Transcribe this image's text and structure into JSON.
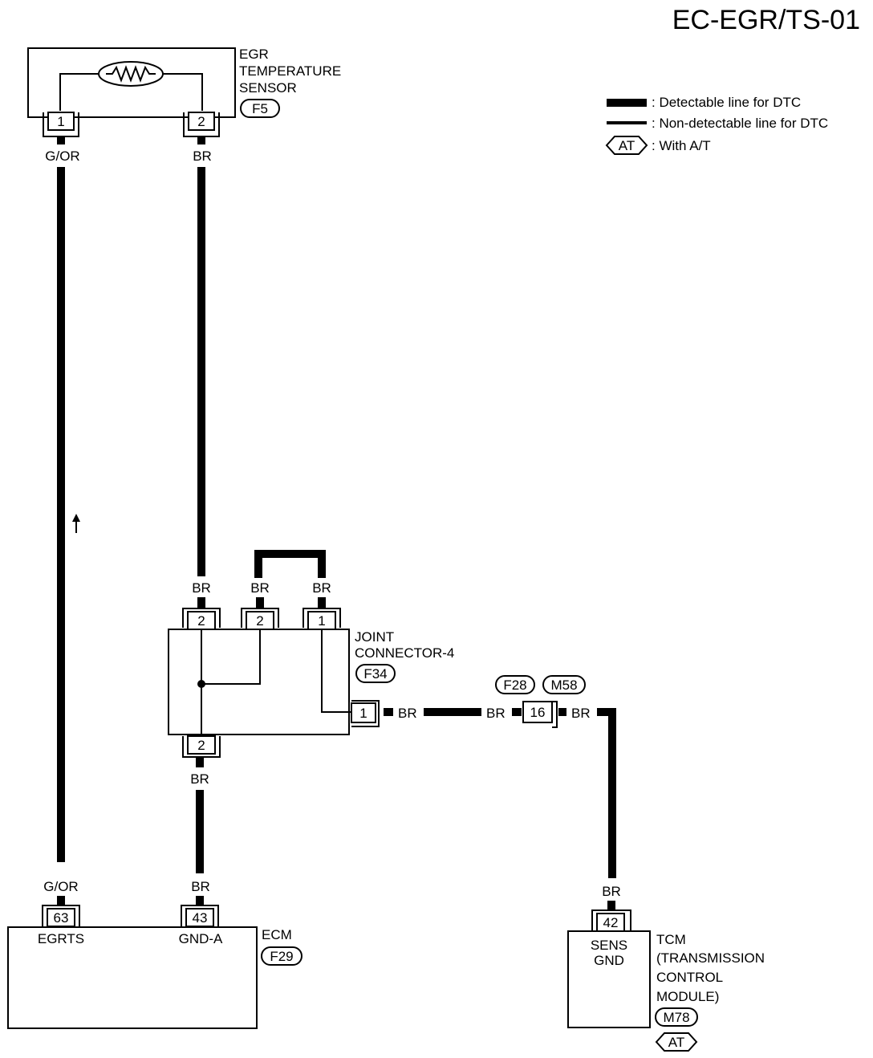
{
  "page_title": "EC-EGR/TS-01",
  "legend": {
    "detectable": ": Detectable line for DTC",
    "non_detectable": ": Non-detectable line for DTC",
    "with_at_symbol": "AT",
    "with_at": ": With A/T"
  },
  "egr_sensor": {
    "label_line1": "EGR",
    "label_line2": "TEMPERATURE",
    "label_line3": "SENSOR",
    "connector": "F5",
    "pin1": "1",
    "pin2": "2"
  },
  "joint_connector": {
    "label_line1": "JOINT",
    "label_line2": "CONNECTOR-4",
    "connector": "F34",
    "top_pin_a": "2",
    "top_pin_b": "2",
    "top_pin_c": "1",
    "right_pin": "1",
    "bottom_pin": "2"
  },
  "inline_connector": {
    "connector_a": "F28",
    "connector_b": "M58",
    "pin": "16"
  },
  "ecm": {
    "label": "ECM",
    "connector": "F29",
    "pin_egrts": "63",
    "pin_gnd": "43",
    "term_egrts": "EGRTS",
    "term_gnd": "GND-A"
  },
  "tcm": {
    "label_line1": "TCM",
    "label_line2": "(TRANSMISSION",
    "label_line3": "CONTROL",
    "label_line4": "MODULE)",
    "connector": "M78",
    "at_symbol": "AT",
    "pin": "42",
    "term_line1": "SENS",
    "term_line2": "GND"
  },
  "wire_colors": {
    "g_or_top": "G/OR",
    "g_or_bottom": "G/OR",
    "br_sensor": "BR",
    "br_jc_a": "BR",
    "br_jc_b": "BR",
    "br_jc_c": "BR",
    "br_jc_bottom": "BR",
    "br_ecm": "BR",
    "br_jc_right": "BR",
    "br_inline_left": "BR",
    "br_inline_right": "BR",
    "br_tcm": "BR"
  }
}
